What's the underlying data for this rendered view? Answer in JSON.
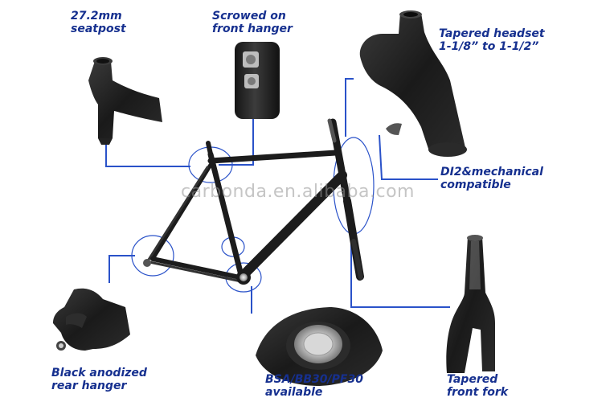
{
  "callouts": {
    "seatpost": {
      "line1": "27.2mm",
      "line2": "seatpost"
    },
    "front_hanger": {
      "line1": "Scrowed on",
      "line2": "front hanger"
    },
    "headset": {
      "line1": "Tapered headset",
      "line2": "1-1/8” to 1-1/2”"
    },
    "di2": {
      "line1": "DI2&mechanical",
      "line2": "compatible"
    },
    "rear_hanger": {
      "line1": "Black anodized",
      "line2": "rear hanger"
    },
    "bottom_bracket": {
      "line1": "BSA/BB30/PF30",
      "line2": "available"
    },
    "fork": {
      "line1": "Tapered",
      "line2": "front fork"
    }
  },
  "watermark": {
    "text": "carbonda.en.alibaba.com"
  },
  "colors": {
    "label_text": "#16308f",
    "callout_line": "#2a52c9",
    "carbon": "#1c1c1c",
    "background": "#ffffff"
  }
}
